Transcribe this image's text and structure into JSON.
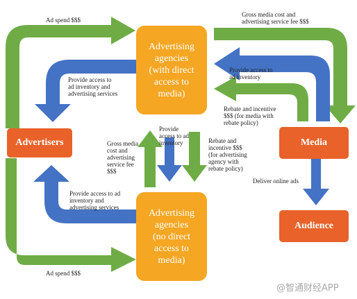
{
  "colors": {
    "green": "#6fac46",
    "blue": "#4472c4",
    "agency": "#f5a623",
    "party": "#e8622a"
  },
  "nodes": {
    "agency_direct": "Advertising\nagencies\n(with direct\naccess to\nmedia)",
    "agency_no_direct": "Advertising\nagencies\n(no direct\naccess to\nmedia)",
    "advertisers": "Advertisers",
    "media": "Media",
    "audience": "Audience"
  },
  "labels": {
    "ad_spend_top": "Ad spend $$$",
    "ad_spend_bottom": "Ad spend $$$",
    "gross_media_top": "Gross media cost and\nadvertising service fee $$$",
    "provide_left_top": "Provide access to\nad inventory and\nadvertising services",
    "provide_right_top": "Provide access to\nad inventory",
    "rebate_top_right": "Rebate and incentive\n$$$ (for media with\nrebate policy)",
    "gross_media_mid": "Gross media\ncost and\nadvertising\nservice fee\n$$$",
    "provide_mid": "Provide\naccess to ad\ninventory",
    "rebate_mid": "Rebate and\nincentive $$$\n(for advertising\nagency with\nrebate policy)",
    "deliver": "Deliver online ads",
    "provide_left_bottom": "Provide access to ad\ninventory and\nadvertising services"
  },
  "watermark": "@智通财经APP"
}
